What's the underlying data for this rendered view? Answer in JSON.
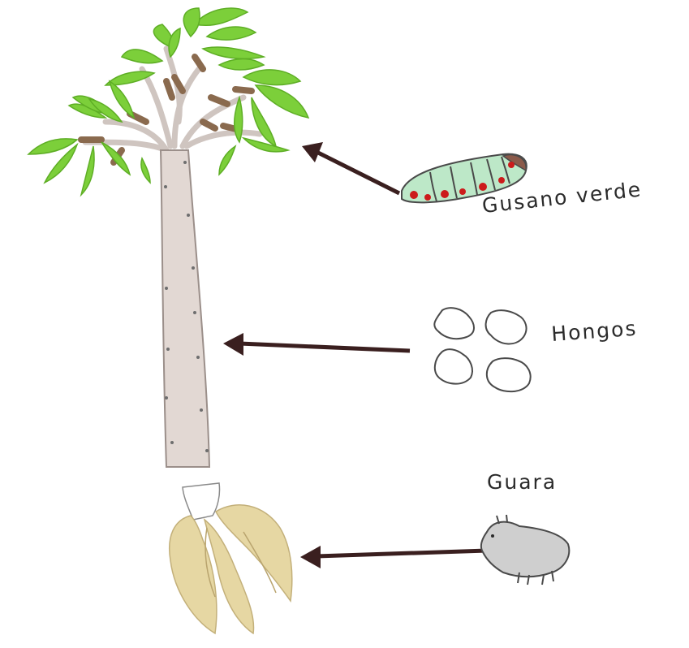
{
  "labels": {
    "pest_top": "Gusano verde",
    "pest_middle": "Hongos",
    "pest_bottom": "Guara"
  },
  "colors": {
    "leaf": "#7ccf3a",
    "leaf_dark": "#5eae25",
    "branch": "#8a6a4e",
    "stem": "#e2d8d3",
    "stem_outline": "#9b8f8a",
    "root": "#e6d7a3",
    "arrow": "#3a1f1f",
    "worm_body": "#bde8c8",
    "worm_spots": "#cc1b1b",
    "fungus": "#4a4a4a",
    "animal": "#cfcfcf"
  }
}
